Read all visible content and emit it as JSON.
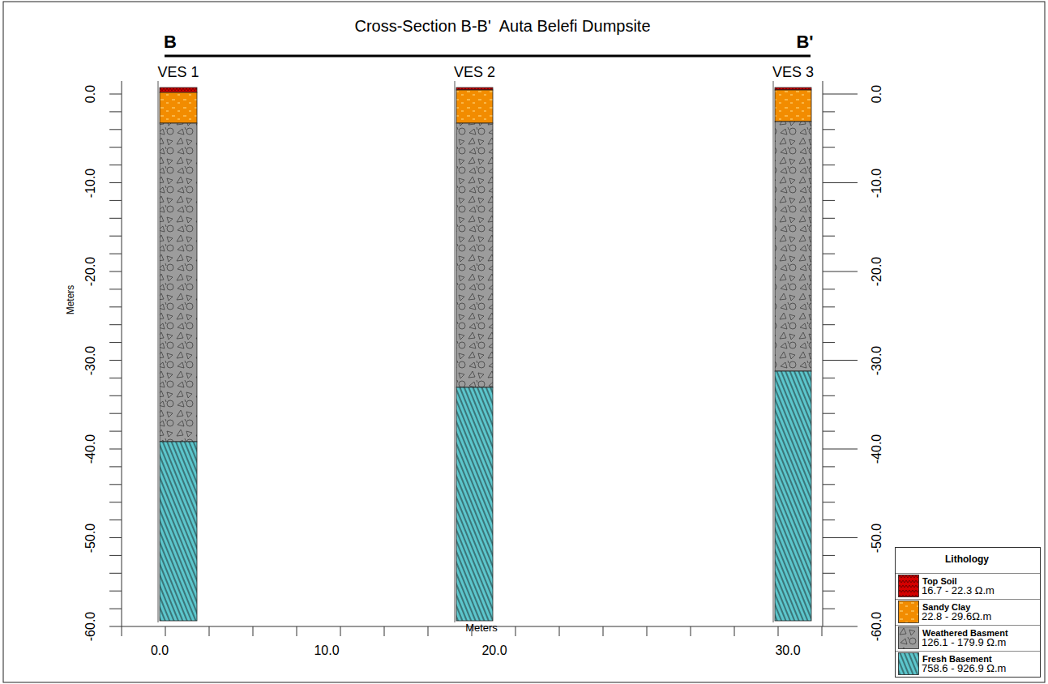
{
  "diagram": {
    "title": "Cross-Section B-B'  Auta Belefi Dumpsite",
    "nodes": [
      {
        "text": [
          "VES 1"
        ]
      },
      {
        "text": [
          "VES 2"
        ]
      },
      {
        "text": [
          "VES 3"
        ]
      }
    ],
    "labels": [
      "B",
      "B'",
      "Meters",
      "0.0",
      "-10.0",
      "-20.0",
      "-30.0",
      "-40.0",
      "-50.0",
      "-60.0",
      "0.0",
      "-10.0",
      "-20.0",
      "-30.0",
      "-40.0",
      "-50.0",
      "-60.0",
      "Meters",
      "0.0",
      "10.0",
      "20.0",
      "30.0",
      "Lithology",
      "16.7 - 22.3 Ω.m",
      "22.8 - 29.6Ω.m",
      "126.1 - 179.9 Ω.m",
      "758.6 - 926.9 Ω.m"
    ],
    "legend": [
      {
        "text": "Top Soil",
        "color": "#d40000"
      },
      {
        "text": "Sandy Clay",
        "color": "#f28c00"
      },
      {
        "text": "Weathered Basment",
        "color": "#9c9c9c"
      },
      {
        "text": "Fresh Basement",
        "color": "#5cc6cc"
      }
    ]
  }
}
